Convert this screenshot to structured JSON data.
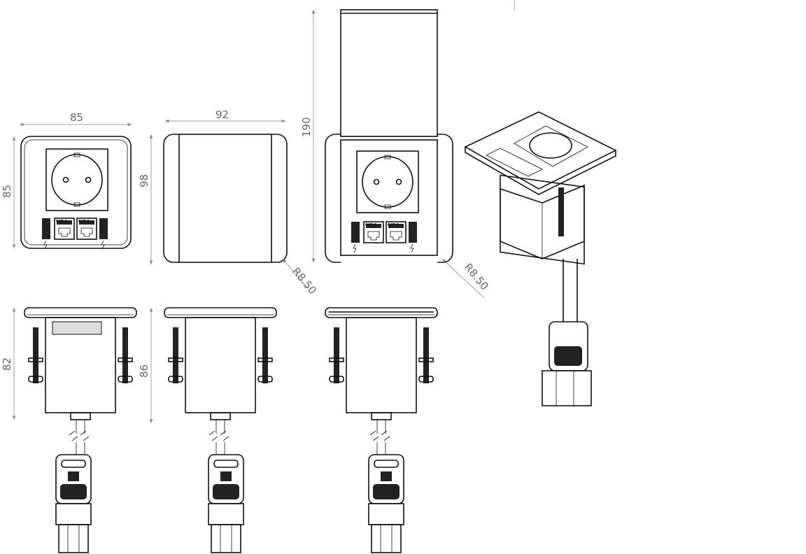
{
  "drawing": {
    "front_view": {
      "width_dim": "85",
      "height_dim": "85",
      "port_labels": [
        "CAT 6",
        "CAT 6"
      ]
    },
    "closed_view": {
      "width_dim": "92",
      "height_dim": "98",
      "radius_dim": "R8.50"
    },
    "open_view": {
      "height_dim": "190",
      "radius_dim": "R8.50",
      "port_labels": [
        "CAT 6",
        "CAT 6"
      ]
    },
    "side_views": [
      {
        "height_dim": "82"
      },
      {
        "height_dim": "86"
      },
      {
        "height_dim": ""
      }
    ]
  }
}
